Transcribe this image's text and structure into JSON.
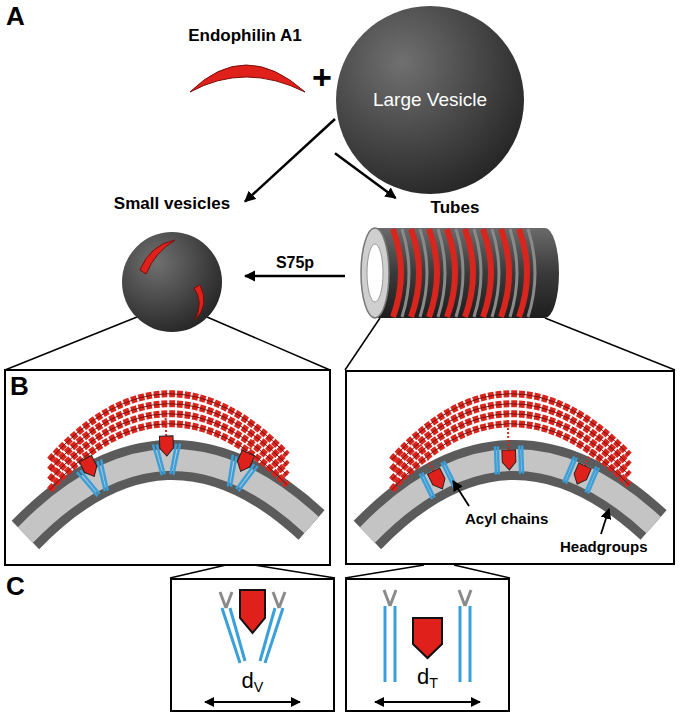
{
  "diagram": {
    "nodes": [
      {
        "text": [
          "Endophilin A1"
        ]
      },
      {
        "text": [
          "Large Vesicle"
        ]
      },
      {
        "text": [
          "Small vesicles"
        ]
      },
      {
        "text": [
          "Tubes"
        ]
      },
      {
        "text": [
          "Acyl chains",
          "Headgroups"
        ]
      },
      {
        "text": [
          "dV"
        ]
      },
      {
        "text": [
          "dT"
        ]
      }
    ],
    "edges": [
      {
        "from": 1,
        "to": 2,
        "arrow": "to"
      },
      {
        "from": 1,
        "to": 3,
        "arrow": "to"
      },
      {
        "from": 3,
        "to": 2,
        "label": "S75p",
        "arrow": "to"
      }
    ],
    "labels": [
      "A",
      "+",
      "B",
      "C"
    ]
  }
}
